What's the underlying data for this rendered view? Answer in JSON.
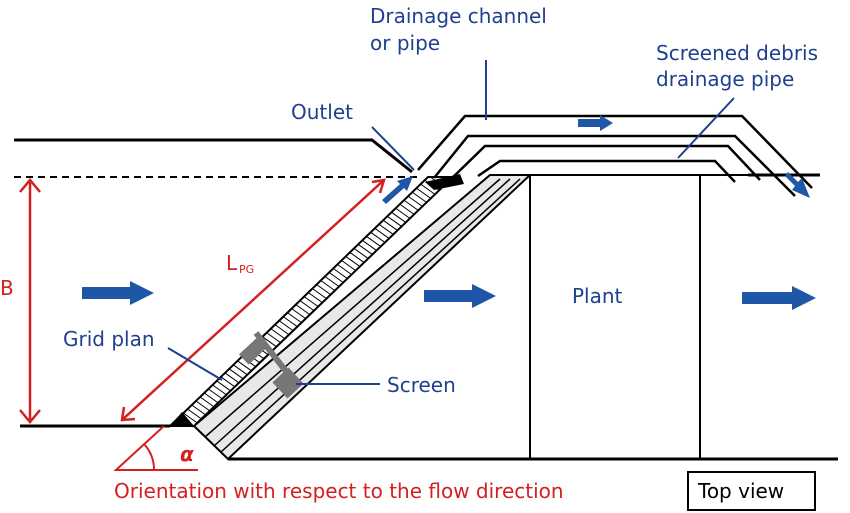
{
  "labels": {
    "drainage_channel_line1": "Drainage channel",
    "drainage_channel_line2": "or pipe",
    "screened_debris_line1": "Screened debris",
    "screened_debris_line2": "drainage pipe",
    "outlet": "Outlet",
    "b": "B",
    "lpg_main": "L",
    "lpg_sub": "PG",
    "plant": "Plant",
    "grid_plan": "Grid plan",
    "screen": "Screen",
    "alpha": "α",
    "orientation": "Orientation with respect to the flow direction",
    "top_view": "Top view"
  },
  "colors": {
    "annotation_blue": "#1f3f8f",
    "flow_arrow_blue": "#1e56a8",
    "dimension_red": "#d42020",
    "screen_gray": "#777777"
  },
  "icons": {
    "flow_arrow": "right-arrow-icon"
  }
}
